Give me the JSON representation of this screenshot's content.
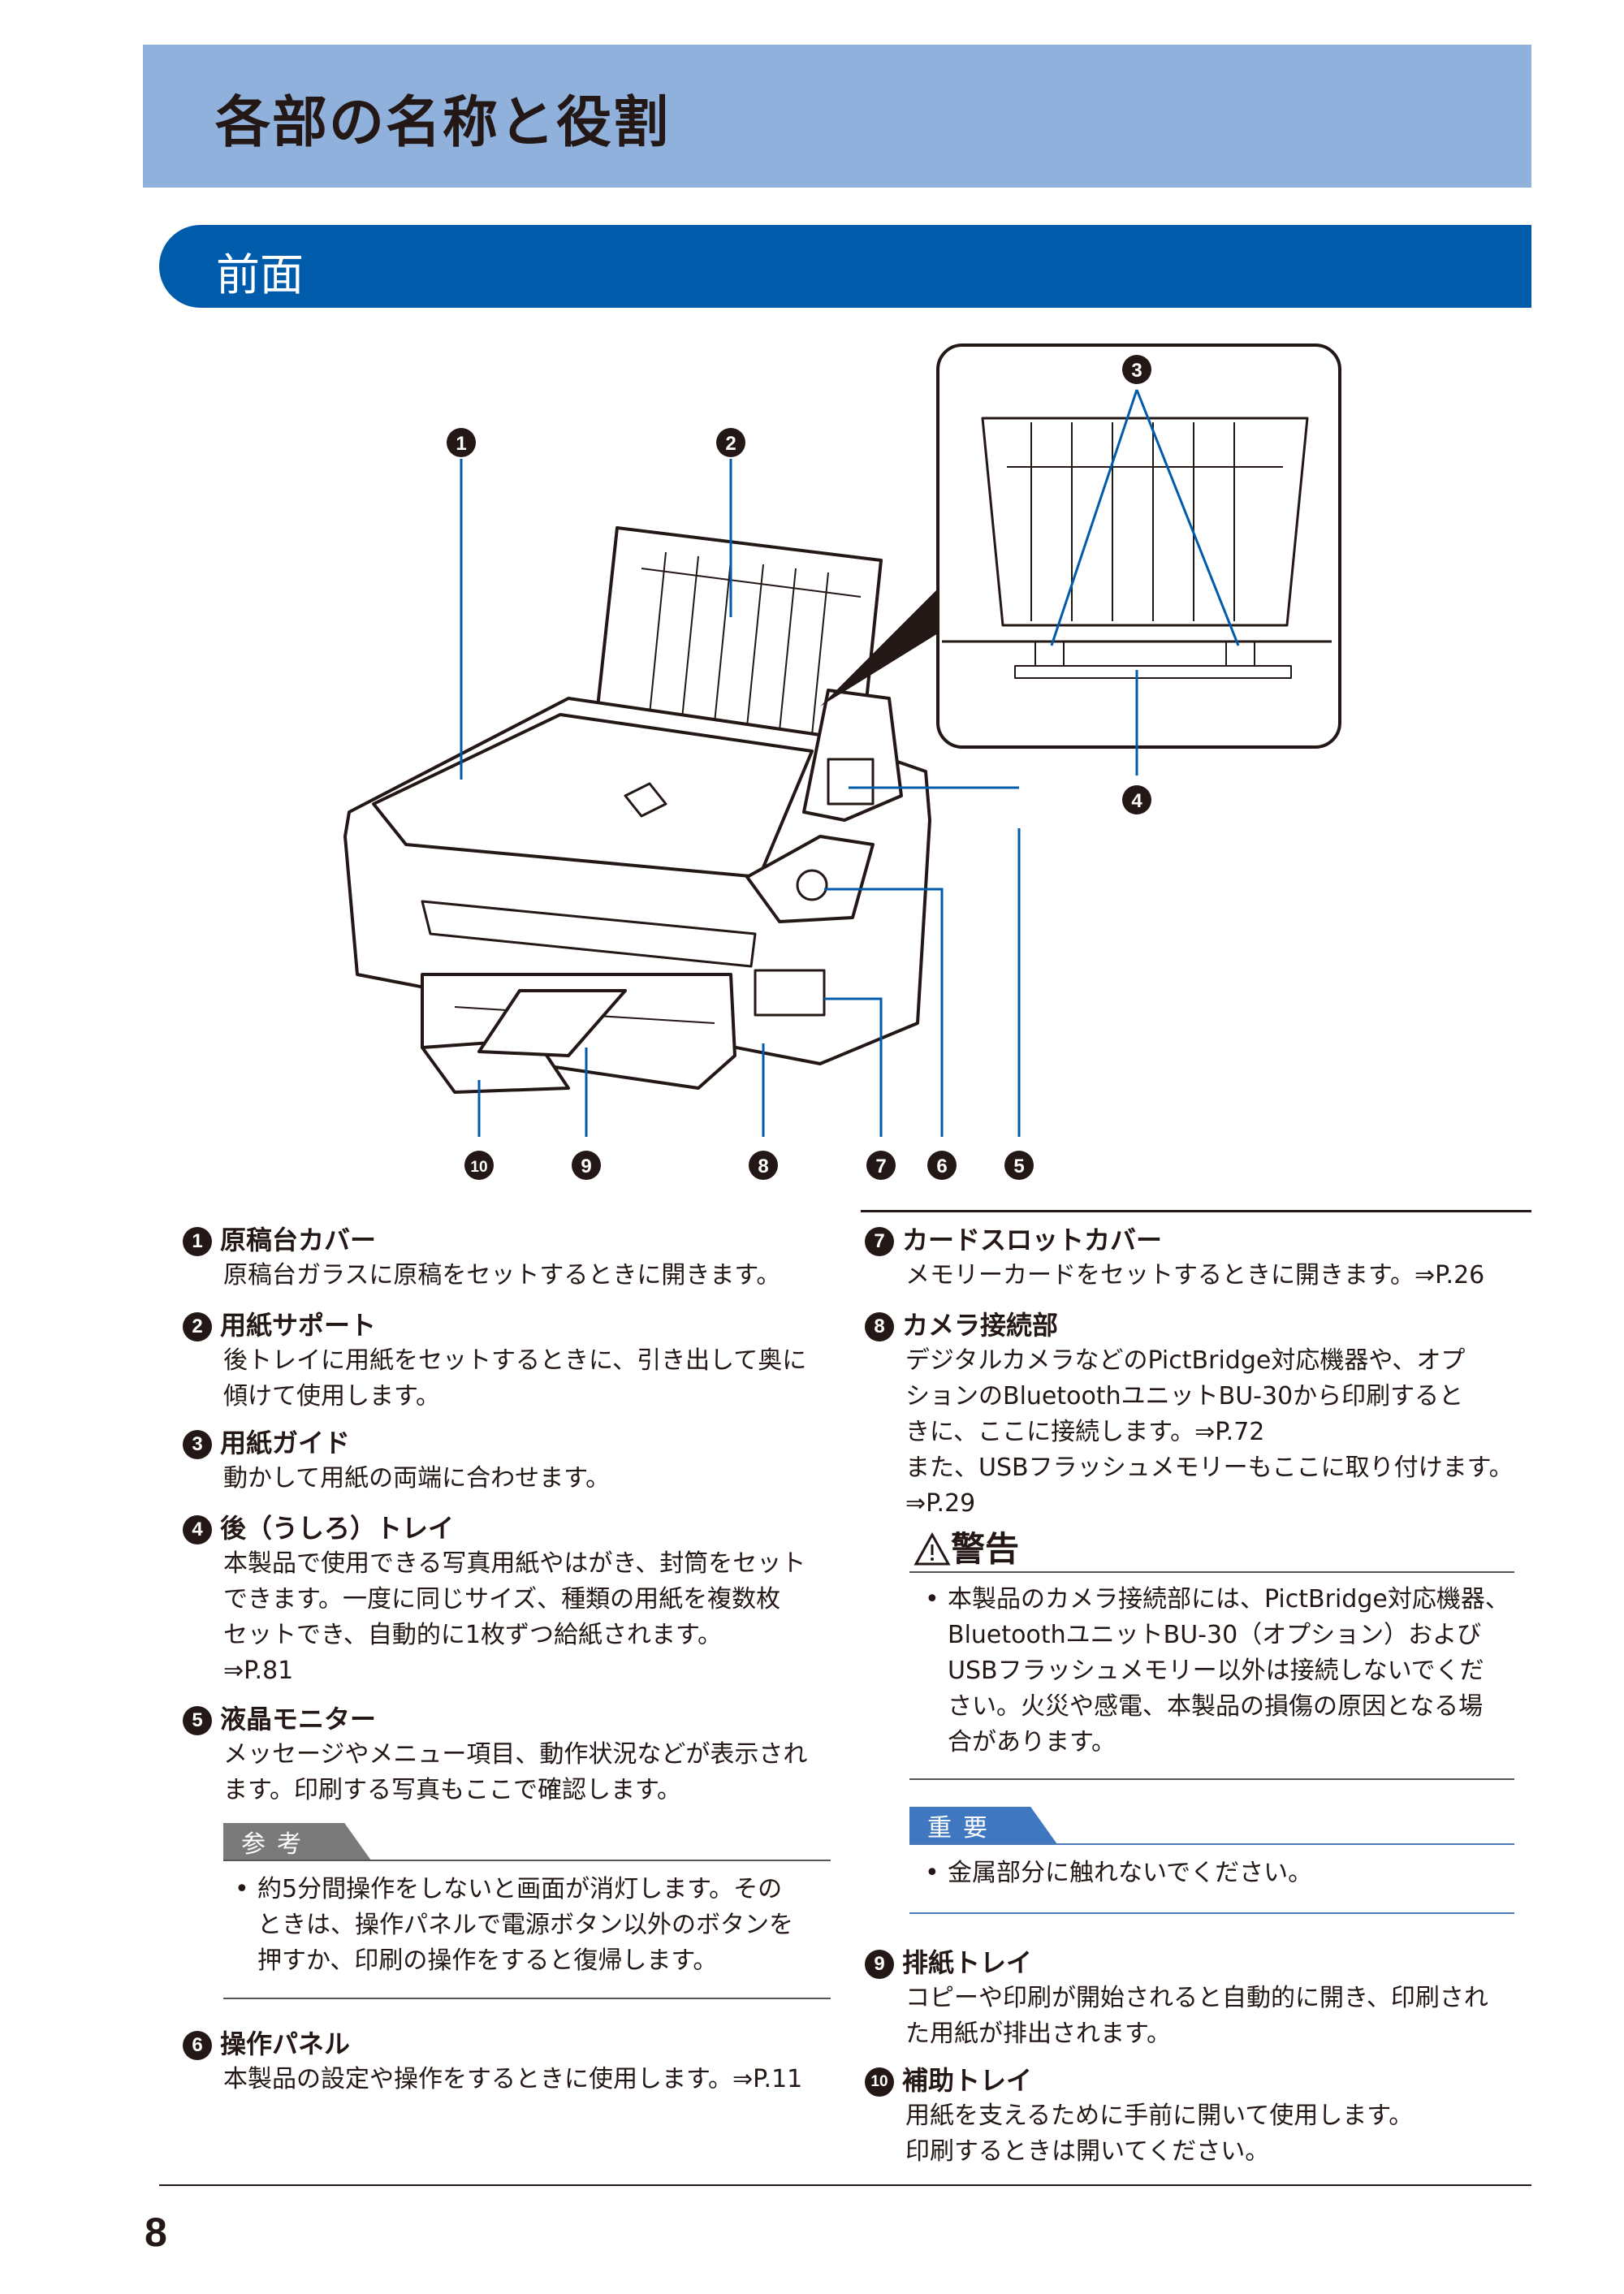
{
  "page": {
    "title": "各部の名称と役割",
    "section": "前面",
    "number": "8"
  },
  "callouts": [
    "1",
    "2",
    "3",
    "4",
    "5",
    "6",
    "7",
    "8",
    "9",
    "10"
  ],
  "items": [
    {
      "num": "1",
      "title": "原稿台カバー",
      "desc": [
        "原稿台ガラスに原稿をセットするときに開きます。"
      ]
    },
    {
      "num": "2",
      "title": "用紙サポート",
      "desc": [
        "後トレイに用紙をセットするときに、引き出して奥に",
        "傾けて使用します。"
      ]
    },
    {
      "num": "3",
      "title": "用紙ガイド",
      "desc": [
        "動かして用紙の両端に合わせます。"
      ]
    },
    {
      "num": "4",
      "title": "後（うしろ）トレイ",
      "desc": [
        "本製品で使用できる写真用紙やはがき、封筒をセット",
        "できます。一度に同じサイズ、種類の用紙を複数枚",
        "セットでき、自動的に1枚ずつ給紙されます。",
        "⇒P.81"
      ]
    },
    {
      "num": "5",
      "title": "液晶モニター",
      "desc": [
        "メッセージやメニュー項目、動作状況などが表示され",
        "ます。印刷する写真もここで確認します。"
      ]
    },
    {
      "num": "6",
      "title": "操作パネル",
      "desc": [
        "本製品の設定や操作をするときに使用します。⇒P.11"
      ]
    },
    {
      "num": "7",
      "title": "カードスロットカバー",
      "desc": [
        "メモリーカードをセットするときに開きます。⇒P.26"
      ]
    },
    {
      "num": "8",
      "title": "カメラ接続部",
      "desc": [
        "デジタルカメラなどのPictBridge対応機器や、オプ",
        "ションのBluetoothユニットBU-30から印刷すると",
        "きに、ここに接続します。⇒P.72",
        "また、USBフラッシュメモリーもここに取り付けます。",
        "⇒P.29"
      ]
    },
    {
      "num": "9",
      "title": "排紙トレイ",
      "desc": [
        "コピーや印刷が開始されると自動的に開き、印刷され",
        "た用紙が排出されます。"
      ]
    },
    {
      "num": "10",
      "title": "補助トレイ",
      "desc": [
        "用紙を支えるために手前に開いて使用します。",
        "印刷するときは開いてください。"
      ]
    }
  ],
  "note": {
    "label": "参考",
    "bullet": [
      "約5分間操作をしないと画面が消灯します。その",
      "ときは、操作パネルで電源ボタン以外のボタンを",
      "押すか、印刷の操作をすると復帰します。"
    ]
  },
  "warning": {
    "label": "警告",
    "bullet": [
      "本製品のカメラ接続部には、PictBridge対応機器、",
      "BluetoothユニットBU-30（オプション）および",
      "USBフラッシュメモリー以外は接続しないでくだ",
      "さい。火災や感電、本製品の損傷の原因となる場",
      "合があります。"
    ]
  },
  "important": {
    "label": "重要",
    "bullet": [
      "金属部分に触れないでください。"
    ]
  },
  "colors": {
    "title_band": "#8fb1dc",
    "section_band": "#005bab",
    "ink": "#231815"
  }
}
